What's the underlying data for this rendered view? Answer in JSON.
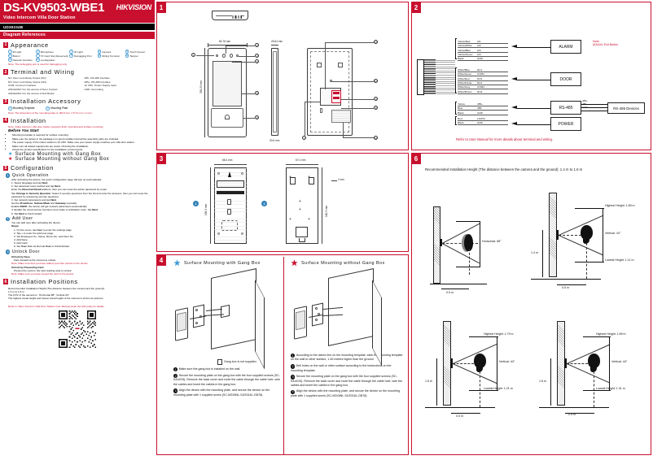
{
  "doc": {
    "model": "DS-KV9503-WBE1",
    "subtitle": "Video Intercom Villa Door Station",
    "brand_hik": "HIK",
    "brand_vision": "VISION",
    "code": "UD30234B",
    "diagram_ref": "Diagram  References"
  },
  "sections": {
    "appearance": {
      "num": "1",
      "title": "Appearance",
      "items": [
        {
          "n": "1",
          "label": "IR Light"
        },
        {
          "n": "2",
          "label": "Microphone"
        },
        {
          "n": "3",
          "label": "IR Light"
        },
        {
          "n": "4",
          "label": "Camera"
        },
        {
          "n": "5",
          "label": "Touch Screen"
        },
        {
          "n": "6",
          "label": "Button"
        },
        {
          "n": "7",
          "label": "TF Card Slot (Reserved)"
        },
        {
          "n": "8",
          "label": "Debugging Port"
        },
        {
          "n": "9",
          "label": "Wiring Terminal"
        },
        {
          "n": "10",
          "label": "Tamper"
        },
        {
          "n": "11",
          "label": "Network Interface"
        },
        {
          "n": "12",
          "label": "Loudspeaker"
        }
      ],
      "note": "Note: The debugging port is used for debugging only."
    },
    "terminal": {
      "num": "2",
      "title": "Terminal  and  Wiring",
      "left_lines": [
        "NC: Door Lock Relay Output (NC)",
        "NO: Door Lock Relay Output (NO)",
        "COM: Common Interface",
        "AIN1&AIN2: For the access of Door Contact",
        "AIN3&AIN4: For the access of Exit Button"
      ],
      "right_lines": [
        "485-: RS-485 Interface",
        "485+: RS-485 Interface",
        "12 VDC: Power Supply Input",
        "GND: Grounding"
      ]
    },
    "accessory": {
      "num": "3",
      "title": "Installation  Accessory",
      "items": [
        {
          "n": "1",
          "label": "Mounting Template"
        },
        {
          "n": "2",
          "label": "Mounting Plate"
        }
      ],
      "note": "Note: The dimension of the mounting plate is 160.5 mm × 67.6 mm × 2 mm."
    },
    "installation": {
      "num": "4",
      "title": "Installation",
      "note": "Note: Video intercom villa door station supports flush mounting and surface mounting.",
      "before_start": "Before You Start",
      "bullets": [
        "Mounting template is required for surface mounting.",
        "Make sure the device in the package is in good condition and all the assembly parts are included.",
        "The power supply of the indoor station is 12 VDC. Make sure your power supply matches your villa door station.",
        "Make sure all related equipments are power off during the installation.",
        "Check the product specification for the installation environments."
      ],
      "modes": [
        {
          "label": "Surface  Mounting  with  Gang  Box",
          "star": "blue"
        },
        {
          "label": "Surface  Mounting  without  Gang  Box",
          "star": "red"
        }
      ]
    },
    "configuration": {
      "num": "5",
      "title": "Configuration",
      "quick_op": {
        "n": "1",
        "title": "Quick  Operation",
        "lines": [
          "After activating the device, the quick configuration page will pop up automatically.",
          "1. Select language and tap Next.",
          "2. Set password reset method and tap Next.",
          "Enter the Reserved Email address, then you can reset the admin password by email.",
          "Tap Change to Security Question. Select 3 security questions from the list and enter the answers, then you can reset the password by answering security questions.",
          "3. Set network parameters and tap Next.",
          "Set the IP address, Subnet Mask and Gateway manually.",
          "Enable DHCP, the device will get network parameters automatically.",
          "4. Enable the cloud service functions and create a verification code. Tap Next.",
          "5. Tap Next to finish wizard."
        ]
      },
      "add_user": {
        "n": "2",
        "title": "Add  User",
        "intro": "You can add user after activating the device.",
        "steps_label": "Steps:",
        "steps": [
          "1. On the menu, tap User to enter the settings page.",
          "2. Tap + to enter the add user page.",
          "3. Set Employee No., Name, Room No. and Floor No.",
          "4. Add Face.",
          "5. Add Card.",
          "6. Set User Role as Normal User or Administrator."
        ]
      },
      "unlock": {
        "n": "3",
        "title": "Unlock  Door",
        "by_face": "Unlock by Face",
        "by_face_text": "Face forward at the camera to unlock.",
        "by_face_note": "Note: Make sure that you have added your face picture to the device.",
        "by_card": "Unlock by Presenting Card",
        "by_card_text": "Present the card on the card reading area to unlock.",
        "by_card_note": "Note: Make sure you have issued the card to the device."
      }
    },
    "positions": {
      "num": "6",
      "title": "Installation  Positions",
      "lines": [
        "Recommended Installation Height (The distance between the camera and the ground):",
        "1.4 m to 1.6 m",
        "The FOV of the camera is : Horizontal 88°, Vertical 44°.",
        "The highest visual height and lowest visual height of the camera is shown as pictures."
      ],
      "manual_ref": "Refer to Video Intercom Villa Door Station User Manual (scan the QR code) for details."
    }
  },
  "panel1": {
    "num": "1",
    "dims": {
      "width": "84.78 mm",
      "height": "281.93 mm",
      "depth": "25.64 mm",
      "bottom_depth": "30.6 mm"
    },
    "callouts": [
      "1",
      "2",
      "3",
      "4",
      "5",
      "6",
      "7",
      "8",
      "9",
      "10",
      "11",
      "12"
    ]
  },
  "panel2": {
    "num": "2",
    "wires": [
      {
        "color": "Yellow/Red",
        "sig": "AI1"
      },
      {
        "color": "Yellow/White",
        "sig": "AI2"
      },
      {
        "color": "Yellow/Blue",
        "sig": "AI3"
      },
      {
        "color": "Yellow/Green",
        "sig": "AI4"
      },
      {
        "color": "Black",
        "sig": "GND"
      },
      {
        "color": "White/Blue",
        "sig": "NC1"
      },
      {
        "color": "White/Green",
        "sig": "COM1"
      },
      {
        "color": "White/Red",
        "sig": "NO1"
      },
      {
        "color": "White/Purple",
        "sig": "NC2"
      },
      {
        "color": "White/Grey",
        "sig": "COM2"
      },
      {
        "color": "White/Brown",
        "sig": "NO2"
      },
      {
        "color": "Yellow",
        "sig": "485+"
      },
      {
        "color": "Blue",
        "sig": "485-"
      },
      {
        "color": "Black",
        "sig": "GND"
      },
      {
        "color": "Red",
        "sig": "12VDC"
      },
      {
        "color": "Black",
        "sig": "GND"
      }
    ],
    "boxes": {
      "alarm": "ALARM",
      "door": "DOOR",
      "rs485": "RS-485",
      "power": "POWER",
      "rs485_devices": "RS-485 Devices"
    },
    "rs485_pins": [
      "485+",
      "485-",
      "GND"
    ],
    "note_title": "Note:",
    "note_text": "AI3/AI4: Exit Button",
    "footer": "Refer to User Manual for more details about terminal and wiring."
  },
  "panel3": {
    "num": "3",
    "item1": "1",
    "item2": "2",
    "template_width": "68.4 mm",
    "template_height": "156.3 mm",
    "plate_width": "67.4 mm",
    "plate_height": "160.3 mm",
    "plate_thickness": "2 mm"
  },
  "panel4": {
    "num": "4",
    "left": {
      "title": "Surface  Mounting  with  Gang  Box",
      "gangbox_note": "Gang box is not supplied.",
      "steps": [
        {
          "n": "1",
          "text": "Make sure the gang box is installed on the wall."
        },
        {
          "n": "2",
          "text": "Secure the mounting plate on the gang box with the four supplied screws (SC-KA4X25). Remove the back cover and route the cable through the cable hole, wire the cables and insert the cables in the gang box."
        },
        {
          "n": "3",
          "text": "Align the device with the mounting plate, and secure the device on the mounting plate with 1 supplied screw (SC-M3X8NL-SUS316L-GB78)."
        }
      ]
    },
    "right": {
      "title": "Surface  Mounting  without  Gang  Box",
      "steps": [
        {
          "n": "1",
          "text": "According to the datum line on the mounting template, stick the mounting template on the wall or other surface, 1.45 meters higher than the ground."
        },
        {
          "n": "2",
          "text": "Drill holes on the wall or other surface according to the instructions on the mounting template."
        },
        {
          "n": "3",
          "text": "Secure the mounting plate on the gang box with the four supplied screws (SC-KA4X25). Remove the back cover and route the cable through the cable hole, wire the cables and insert the cables in the gang box."
        },
        {
          "n": "4",
          "text": "Align the device with the mounting plate, and secure the device on the mounting plate with 1 supplied screw (SC-M3X8NL-SUS316L-GB78)."
        }
      ]
    }
  },
  "panel6": {
    "num": "6",
    "heading": "Recommended Installation Height (The distance between the camera and the ground): 1.4 m to 1.6 m",
    "figures": [
      {
        "id": "horizontal-fov",
        "fov_label": "Horizontal: 88°",
        "distance": "0.5 m"
      },
      {
        "id": "height-1-4",
        "install_height": "1.4 m",
        "highest": "Highest Height: 1.69 m",
        "lowest": "Lowest Height: 1.11 m",
        "fov_label": "Vertical: 44°",
        "distance": "0.5 m"
      },
      {
        "id": "height-1-5",
        "install_height": "1.5 m",
        "highest": "Highest Height: 1.79 m",
        "lowest": "Lowest Height: 1.21 m",
        "fov_label": "Vertical: 44°",
        "distance": "0.5 m"
      },
      {
        "id": "height-1-6",
        "install_height": "1.6 m",
        "highest": "Highest Height: 1.89 m",
        "lowest": "Lowest Height: 1.31 m",
        "fov_label": "Vertical: 44°",
        "distance": "0.5 m"
      }
    ]
  },
  "colors": {
    "brand_red": "#c8102e",
    "accent_blue": "#2e7fb5",
    "ink": "#111111"
  }
}
